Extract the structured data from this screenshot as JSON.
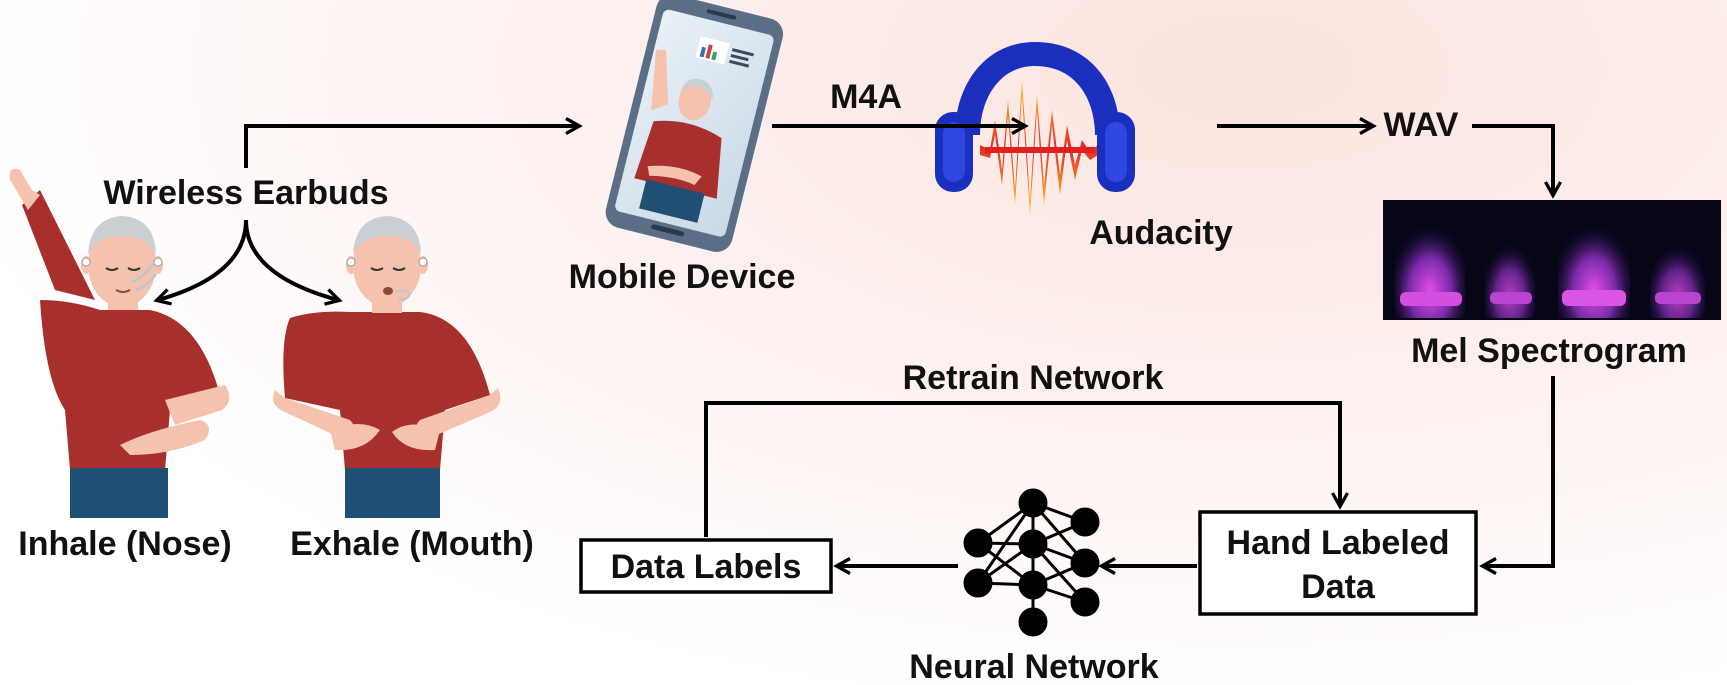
{
  "labels": {
    "wireless_earbuds": "Wireless Earbuds",
    "mobile_device": "Mobile Device",
    "m4a": "M4A",
    "audacity": "Audacity",
    "wav": "WAV",
    "mel_spectrogram": "Mel Spectrogram",
    "retrain_network": "Retrain Network",
    "hand_labeled_line1": "Hand Labeled",
    "hand_labeled_line2": "Data",
    "neural_network": "Neural Network",
    "data_labels": "Data Labels",
    "inhale": "Inhale (Nose)",
    "exhale": "Exhale (Mouth)"
  },
  "colors": {
    "shirt": "#a8302c",
    "pants": "#1f4f73",
    "skin": "#f4c2ad",
    "hair": "#c9cfd3",
    "headphone_blue": "#1b2fbf",
    "wave_red": "#e02020",
    "wave_yellow": "#ffd21a",
    "spectrogram_bg": "#060616",
    "spectrogram_hot": "#cc44dd"
  },
  "icons": {
    "mobile": "smartphone-icon",
    "audacity": "audacity-headphones-icon",
    "network": "neural-network-icon",
    "person_inhale": "person-inhale-illustration",
    "person_exhale": "person-exhale-illustration"
  }
}
